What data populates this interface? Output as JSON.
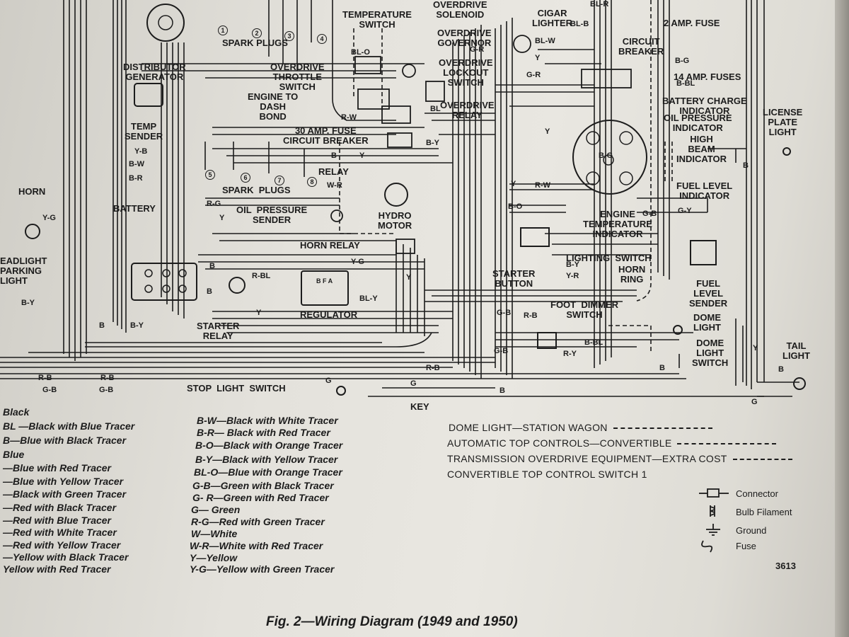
{
  "diagram": {
    "labels": {
      "temperature_switch": "TEMPERATURE\nSWITCH",
      "overdrive_solenoid": "OVERDRIVE\nSOLENOID",
      "overdrive_governor": "OVERDRIVE\nGOVERNOR",
      "overdrive_lockout_switch": "OVERDRIVE\nLOCKOUT\nSWITCH",
      "overdrive_throttle_switch": "OVERDRIVE\nTHROTTLE\nSWITCH",
      "overdrive_relay": "OVERDRIVE\nRELAY",
      "cigar_lighter": "CIGAR\nLIGHTER",
      "two_amp_fuse": "2 AMP. FUSE",
      "circuit_breaker_top": "CIRCUIT\nBREAKER",
      "fourteen_amp_fuses": "14 AMP. FUSES",
      "battery_charge_indicator": "BATTERY CHARGE\nINDICATOR",
      "oil_pressure_indicator": "OIL PRESSURE\nINDICATOR",
      "high_beam_indicator": "HIGH\nBEAM\nINDICATOR",
      "fuel_level_indicator": "FUEL LEVEL\nINDICATOR",
      "license_plate_light": "LICENSE\nPLATE\nLIGHT",
      "spark_plugs_top": "SPARK PLUGS",
      "spark_plugs_mid": "SPARK  PLUGS",
      "distributor_generator": "DISTRIBUTOR\nGENERATOR",
      "engine_to_dash_bond": "ENGINE TO\nDASH\nBOND",
      "temp_sender": "TEMP\nSENDER",
      "thirty_amp_fuse": "30 AMP. FUSE\nCIRCUIT BREAKER",
      "relay": "RELAY",
      "hydro_motor": "HYDRO\nMOTOR",
      "horn": "HORN",
      "headlight_parking_light": "EADLIGHT\nPARKING\nLIGHT",
      "battery": "BATTERY",
      "oil_pressure_sender": "OIL  PRESSURE\nSENDER",
      "horn_relay": "HORN RELAY",
      "regulator": "REGULATOR",
      "starter_relay": "STARTER\nRELAY",
      "engine_temperature_indicator": "ENGINE\nTEMPERATURE\nINDICATOR",
      "lighting_switch": "LIGHTING  SWITCH",
      "horn_ring": "HORN\nRING",
      "starter_button": "STARTER\nBUTTON",
      "foot_dimmer_switch": "FOOT  DIMMER\nSWITCH",
      "fuel_level_sender": "FUEL\nLEVEL\nSENDER",
      "dome_light": "DOME\nLIGHT",
      "dome_light_switch": "DOME\nLIGHT\nSWITCH",
      "tail_light": "TAIL\nLIGHT",
      "stop_light_switch": "STOP  LIGHT  SWITCH",
      "key_heading": "KEY",
      "spark_numbers": [
        "1",
        "2",
        "3",
        "4",
        "5",
        "6",
        "7",
        "8"
      ]
    },
    "wire_codes": {
      "bl_r": "BL-R",
      "bl_b": "BL-B",
      "bl_w": "BL-W",
      "bl_o_top": "BL-O",
      "g_r": "G-R",
      "g_r2": "G-R",
      "y1": "Y",
      "r_w": "R-W",
      "bl": "BL",
      "b_y1": "B-Y",
      "b_g": "B-G",
      "b_bl": "B-BL",
      "b_g2": "B-G",
      "y2": "Y",
      "y_r_w": "Y",
      "r_w2": "R-W",
      "y_g_horn": "Y-G",
      "y_b": "Y-B",
      "b_w": "B-W",
      "b_r": "B-R",
      "r_g": "R-G",
      "y3": "Y",
      "w_r": "W-R",
      "b1": "B",
      "y4": "Y",
      "b_o": "B-O",
      "b_y2": "B-Y",
      "y_r": "Y-R",
      "g_b": "G-B",
      "g_y": "G-Y",
      "b_lic": "B",
      "y_g": "Y-G",
      "bl_y": "BL-Y",
      "r_bl": "R-BL",
      "b2": "B",
      "b3": "B",
      "y5": "Y",
      "b_y3": "B-Y",
      "b4": "B",
      "b_y4": "B-Y",
      "r_b1": "R-B",
      "g_b1": "G-B",
      "r_b2": "R-B",
      "g_b2": "G-B",
      "g_b3": "G-B",
      "r_b3": "R-B",
      "g_b4": "G-B",
      "r_y": "R-Y",
      "b_bl2": "B-BL",
      "r_b4": "R-B",
      "b5": "B",
      "g1": "G",
      "g2": "G",
      "g3": "G",
      "b6": "B",
      "y6": "Y",
      "b7": "B",
      "y7": "Y"
    },
    "legend_left": [
      "Black",
      "BL —Black with Blue Tracer",
      "B—Blue with Black Tracer",
      "Blue",
      "—Blue with Red Tracer",
      "—Blue with Yellow Tracer",
      "—Black with Green Tracer",
      "—Red with Black Tracer",
      "—Red with Blue Tracer",
      "—Red with White Tracer",
      "—Red with Yellow Tracer",
      "—Yellow with Black Tracer",
      "Yellow with Red Tracer"
    ],
    "legend_right": [
      "B-W—Black with White Tracer",
      "B-R— Black with Red Tracer",
      "B-O—Black with Orange Tracer",
      "B-Y—Black with Yellow Tracer",
      "BL-O—Blue with Orange Tracer",
      "G-B—Green with Black Tracer",
      "G- R—Green with Red Tracer",
      "G— Green",
      "R-G—Red with Green Tracer",
      "W—White",
      "W-R—White with Red Tracer",
      "Y—Yellow",
      "Y-G—Yellow with Green Tracer"
    ],
    "key": [
      "DOME LIGHT—STATION WAGON",
      "AUTOMATIC TOP CONTROLS—CONVERTIBLE",
      "TRANSMISSION OVERDRIVE EQUIPMENT—EXTRA COST",
      "CONVERTIBLE TOP CONTROL SWITCH  1"
    ],
    "symbols": [
      "Connector",
      "Bulb Filament",
      "Ground",
      "Fuse"
    ],
    "figure_number": "3613",
    "caption": "Fig. 2—Wiring Diagram (1949 and 1950)"
  }
}
